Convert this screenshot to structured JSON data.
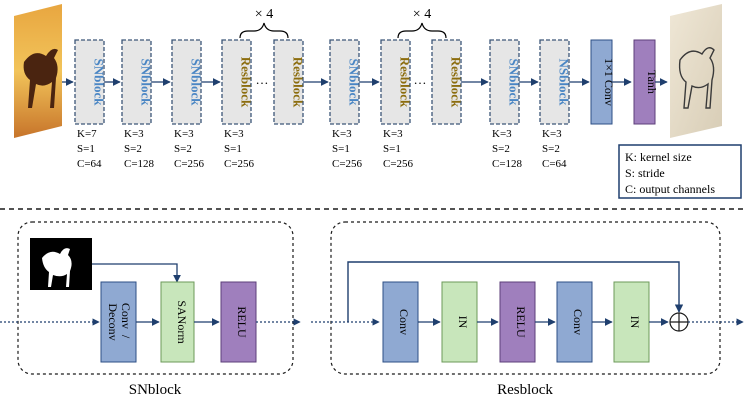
{
  "top": {
    "blocks": [
      {
        "label": "SNblock",
        "params": [
          "K=7",
          "S=1",
          "C=64"
        ]
      },
      {
        "label": "SNblock",
        "params": [
          "K=3",
          "S=2",
          "C=128"
        ]
      },
      {
        "label": "SNblock",
        "params": [
          "K=3",
          "S=2",
          "C=256"
        ]
      },
      {
        "label": "Resblock",
        "params": [
          "K=3",
          "S=1",
          "C=256"
        ]
      },
      {
        "label": "Resblock"
      },
      {
        "label": "SNblock",
        "params": [
          "K=3",
          "S=1",
          "C=256"
        ]
      },
      {
        "label": "Resblock",
        "params": [
          "K=3",
          "S=1",
          "C=256"
        ]
      },
      {
        "label": "Resblock"
      },
      {
        "label": "SNblock",
        "params": [
          "K=3",
          "S=2",
          "C=128"
        ]
      },
      {
        "label": "NSblock",
        "params": [
          "K=3",
          "S=2",
          "C=64"
        ]
      }
    ],
    "repeat_labels": [
      "× 4",
      "× 4"
    ],
    "ellipsis": "…",
    "conv_label": "1×1 Conv",
    "tanh_label": "Tanh",
    "legend": [
      "K: kernel size",
      "S: stride",
      "C: output channels"
    ]
  },
  "snblock": {
    "title": "SNblock",
    "conv_lines": [
      "Conv",
      "/",
      "Deconv"
    ],
    "sanorm": "SANorm",
    "relu": "RELU"
  },
  "resblock": {
    "title": "Resblock",
    "items": [
      "Conv",
      "IN",
      "RELU",
      "Conv",
      "IN"
    ]
  },
  "colors": {
    "arrow": "#1f3f6e",
    "dashed_block_fill": "#e6e6e6",
    "sn_text": "#4a86c4",
    "res_text": "#8c6d0e",
    "conv_fill": "#8fa9d2",
    "norm_fill": "#c8e6bb",
    "relu_fill": "#9f7fbd"
  }
}
